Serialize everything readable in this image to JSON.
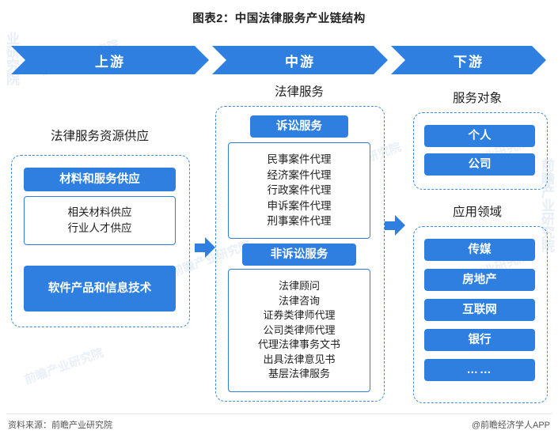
{
  "title": "图表2：中国法律服务产业链结构",
  "banner": {
    "upstream": "上游",
    "midstream": "中游",
    "downstream": "下游"
  },
  "upstream": {
    "heading": "法律服务资源供应",
    "box1_title": "材料和服务供应",
    "box1_items": [
      "相关材料供应",
      "行业人才供应"
    ],
    "box2_title": "软件产品和信息技术"
  },
  "midstream": {
    "heading": "法律服务",
    "group1_title": "诉讼服务",
    "group1_items": [
      "民事案件代理",
      "经济案件代理",
      "行政案件代理",
      "申诉案件代理",
      "刑事案件代理"
    ],
    "group2_title": "非诉讼服务",
    "group2_items": [
      "法律顾问",
      "法律咨询",
      "证券类律师代理",
      "公司类律师代理",
      "代理法律事务文书",
      "出具法律意见书",
      "基层法律服务"
    ]
  },
  "downstream": {
    "heading1": "服务对象",
    "objects": [
      "个人",
      "公司"
    ],
    "heading2": "应用领域",
    "fields": [
      "传媒",
      "房地产",
      "互联网",
      "银行",
      "……"
    ]
  },
  "footer": {
    "source": "资料来源：前瞻产业研究院",
    "credit": "@前瞻经济学人APP"
  },
  "watermarks": {
    "w1": "前瞻产业研究院",
    "w2": "前瞻产业研究院",
    "w3": "前瞻产业研究院",
    "w4": "前瞻产业研究院",
    "w5": "前瞻产业研究院",
    "vleft": "业研究院",
    "vright": "前瞻产业研究院"
  },
  "colors": {
    "accent": "#2e7fe0",
    "dashed": "#3d8ae5"
  }
}
